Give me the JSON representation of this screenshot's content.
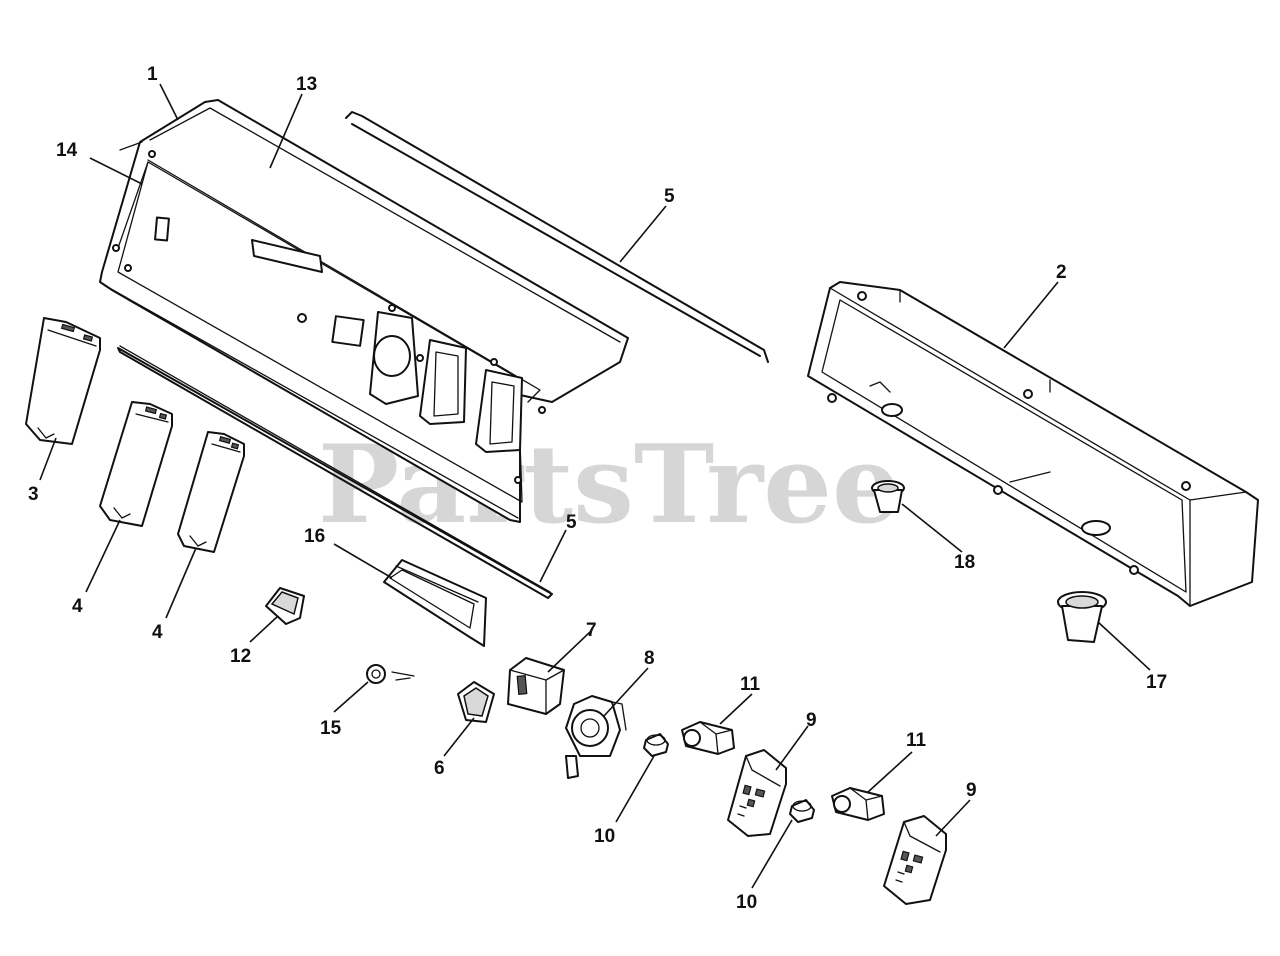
{
  "watermark": {
    "text": "PartsTree",
    "trademark": "™"
  },
  "callouts": {
    "c1": "1",
    "c2": "2",
    "c3": "3",
    "c4a": "4",
    "c4b": "4",
    "c5a": "5",
    "c5b": "5",
    "c6": "6",
    "c7": "7",
    "c8": "8",
    "c9a": "9",
    "c9b": "9",
    "c10a": "10",
    "c10b": "10",
    "c11a": "11",
    "c11b": "11",
    "c12": "12",
    "c13": "13",
    "c14": "14",
    "c15": "15",
    "c16": "16",
    "c17": "17",
    "c18": "18"
  }
}
